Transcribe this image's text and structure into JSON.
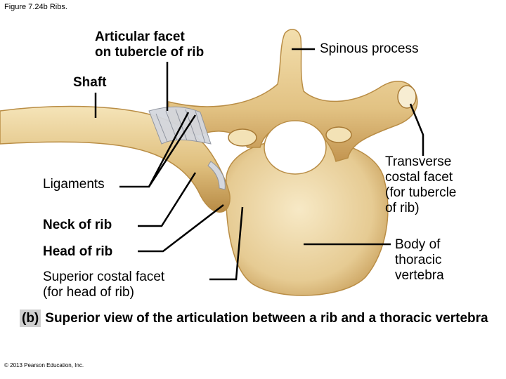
{
  "figure_title": "Figure 7.24b  Ribs.",
  "labels": {
    "articular_facet": "Articular facet\non tubercle of rib",
    "shaft": "Shaft",
    "spinous_process": "Spinous process",
    "ligaments": "Ligaments",
    "neck_of_rib": "Neck of rib",
    "head_of_rib": "Head of rib",
    "superior_costal_facet": "Superior costal facet\n(for head of rib)",
    "transverse_costal_facet": "Transverse\ncostal facet\n(for tubercle\nof rib)",
    "body_of_vertebra": "Body of\nthoracic\nvertebra"
  },
  "caption": {
    "tag": "(b)",
    "text": "Superior view of the articulation between a rib and a thoracic vertebra"
  },
  "copyright": "© 2013 Pearson Education, Inc.",
  "colors": {
    "bone": "#e3c48a",
    "bone_dark": "#b98d45",
    "bone_light": "#f6e6bd",
    "ligament": "#c9ccd4",
    "leader": "#000000"
  }
}
